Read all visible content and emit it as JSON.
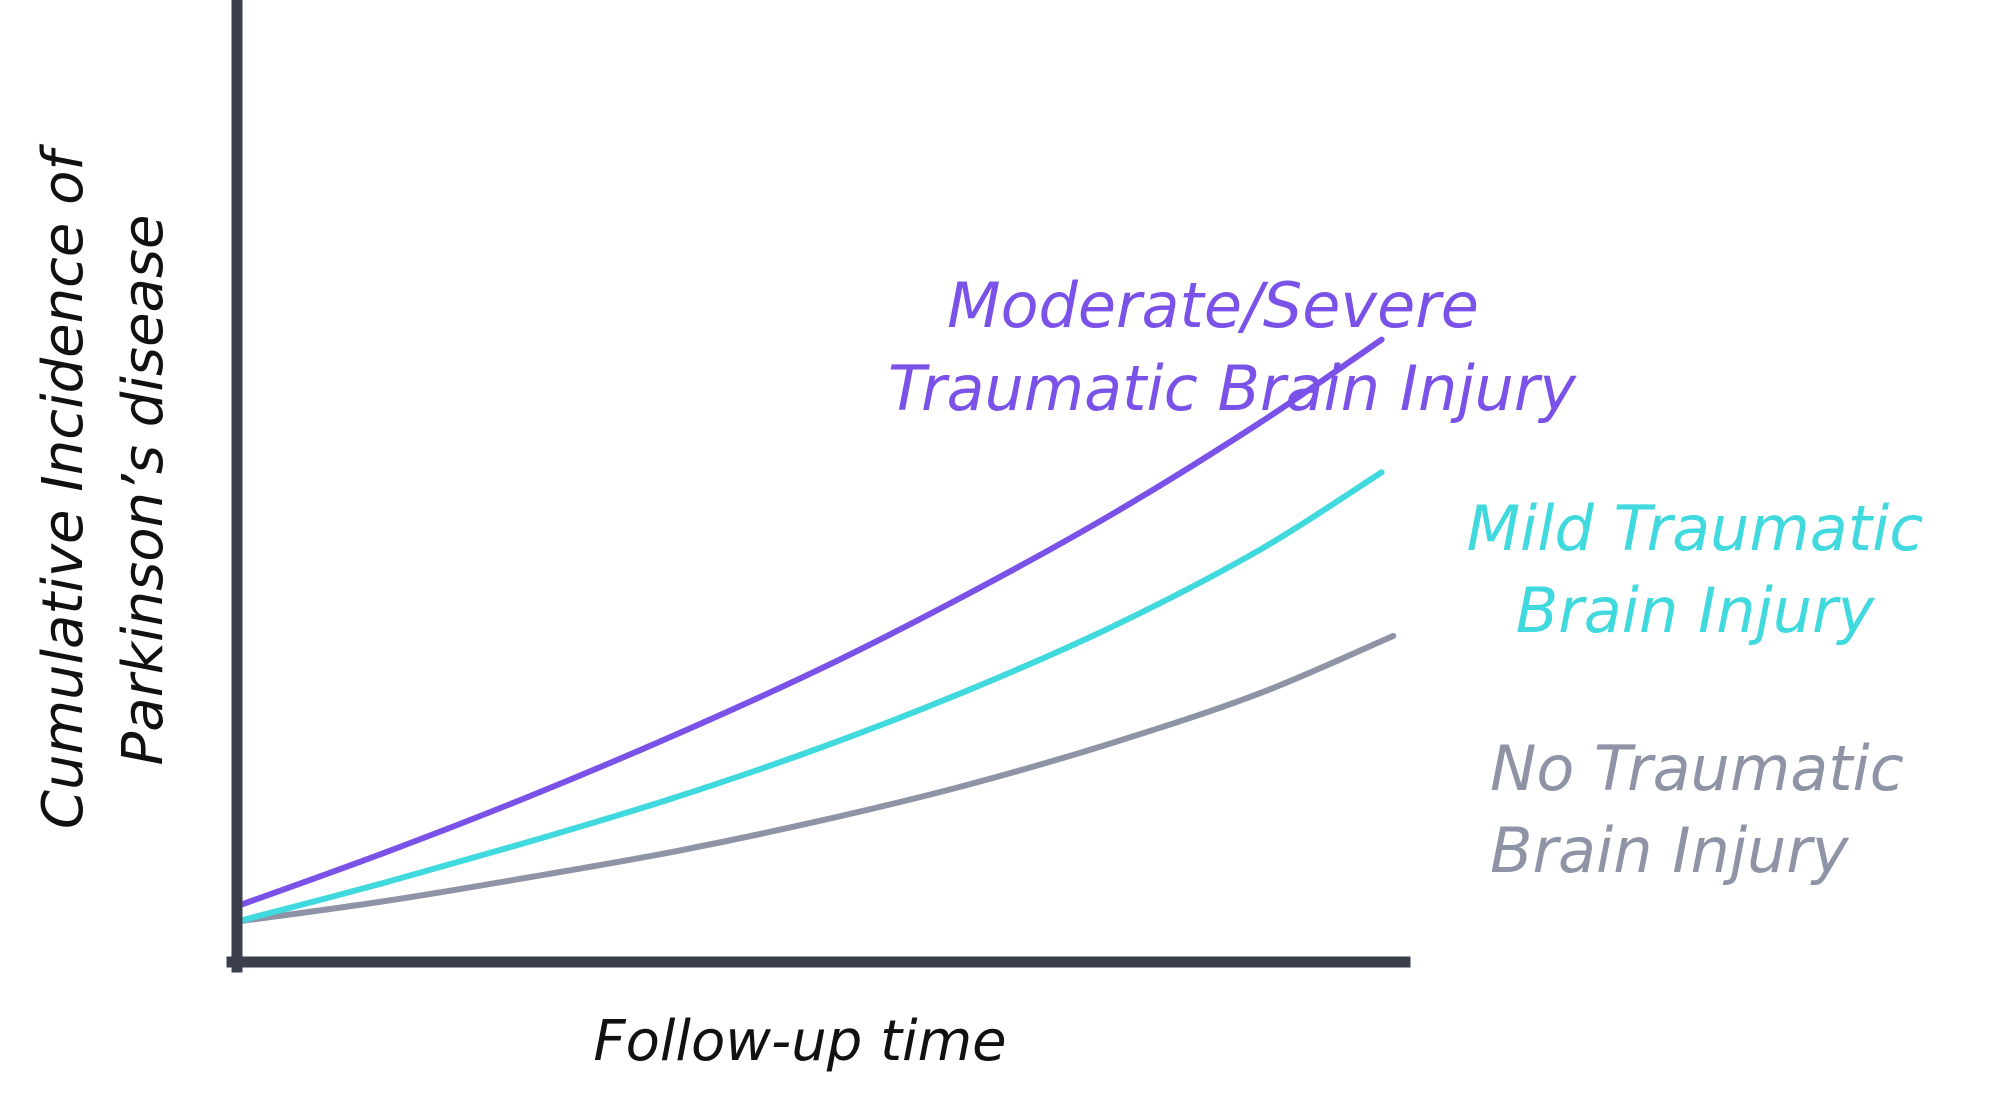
{
  "chart_data": {
    "type": "line",
    "title": "",
    "xlabel": "Follow-up time",
    "ylabel": [
      "Cumulative Incidence of",
      "Parkinson’s disease"
    ],
    "xlim": [
      0,
      1
    ],
    "ylim": [
      0,
      1
    ],
    "grid": false,
    "ticks": false,
    "legend": "direct labels at line ends, right",
    "axis_color": "#3b3f4c",
    "series": [
      {
        "name": [
          "Moderate/Severe",
          "Traumatic Brain Injury"
        ],
        "color": "#7b52e8",
        "x": [
          0,
          0.125,
          0.25,
          0.375,
          0.5,
          0.625,
          0.75,
          0.875,
          0.98
        ],
        "y": [
          0.058,
          0.113,
          0.172,
          0.236,
          0.305,
          0.382,
          0.466,
          0.56,
          0.647
        ]
      },
      {
        "name": [
          "Mild Traumatic",
          "Brain Injury"
        ],
        "color": "#40d9de",
        "x": [
          0,
          0.125,
          0.25,
          0.375,
          0.5,
          0.625,
          0.75,
          0.875,
          0.98
        ],
        "y": [
          0.042,
          0.082,
          0.125,
          0.171,
          0.223,
          0.282,
          0.349,
          0.428,
          0.509
        ]
      },
      {
        "name": [
          "No Traumatic",
          "Brain Injury"
        ],
        "color": "#8e93a5",
        "x": [
          0,
          0.125,
          0.25,
          0.375,
          0.5,
          0.625,
          0.75,
          0.875,
          0.99
        ],
        "y": [
          0.042,
          0.063,
          0.088,
          0.115,
          0.147,
          0.184,
          0.228,
          0.279,
          0.339
        ]
      }
    ]
  }
}
